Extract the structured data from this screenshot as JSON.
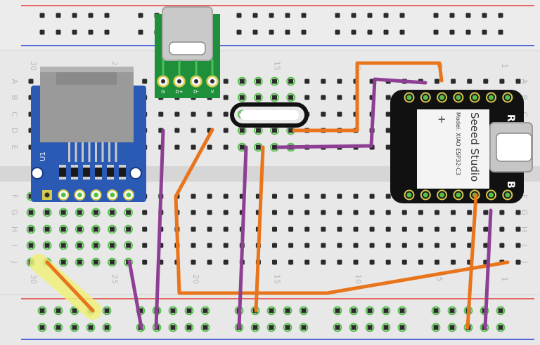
{
  "breadboard": {
    "column_numbers": [
      "30",
      "25",
      "20",
      "15",
      "10",
      "5",
      "1"
    ],
    "row_letters_top": [
      "A",
      "B",
      "C",
      "D",
      "E"
    ],
    "row_letters_bottom": [
      "F",
      "G",
      "H",
      "I",
      "J"
    ],
    "colors": {
      "board": "#e8e8e8",
      "rail_red": "#e53935",
      "rail_blue": "#1e3fd0",
      "hole": "#2a2a2a",
      "hole_active": "#55c04a"
    }
  },
  "usb_breakout": {
    "pins": [
      "G",
      "D+",
      "D-",
      "V"
    ],
    "color": "#1e8f3a"
  },
  "sd_module": {
    "label": "U1",
    "color": "#2b5ab5"
  },
  "xiao": {
    "brand": "Seeed Studio",
    "model": "Model: XIAO ESP32-C3",
    "plus": "+",
    "label_r": "R",
    "label_b": "B",
    "color": "#111111"
  },
  "wires": {
    "orange": "#e8741c",
    "purple": "#8d3f93",
    "highlight": "#eef07a"
  }
}
